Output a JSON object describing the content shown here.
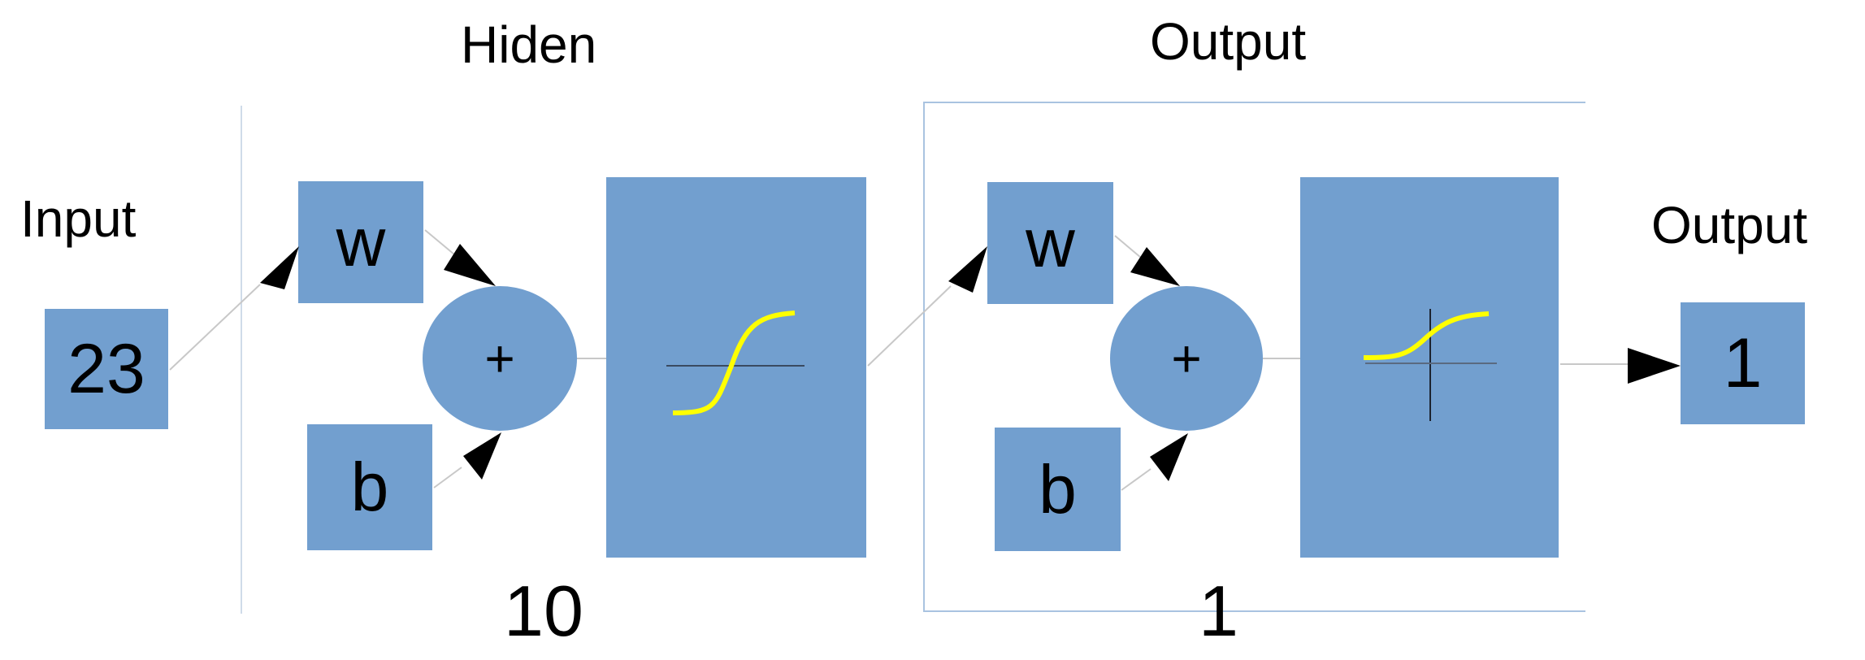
{
  "labels": {
    "input_title": "Input",
    "hidden_title": "Hiden",
    "output_layer_title": "Output",
    "output_title": "Output",
    "hidden_size": "10",
    "output_size": "1"
  },
  "input_box": {
    "value": "23"
  },
  "hidden_layer": {
    "weight": "w",
    "bias": "b",
    "sum": "+"
  },
  "output_layer": {
    "weight": "w",
    "bias": "b",
    "sum": "+"
  },
  "output_box": {
    "value": "1"
  },
  "colors": {
    "block": "#729fcf",
    "transfer_curve": "#ffff00",
    "arrow": "#000000",
    "frame": "#cfdbe9"
  },
  "icons": {
    "hidden_transfer": "sigmoid-curve-icon",
    "output_transfer": "sigmoid-curve-icon"
  }
}
